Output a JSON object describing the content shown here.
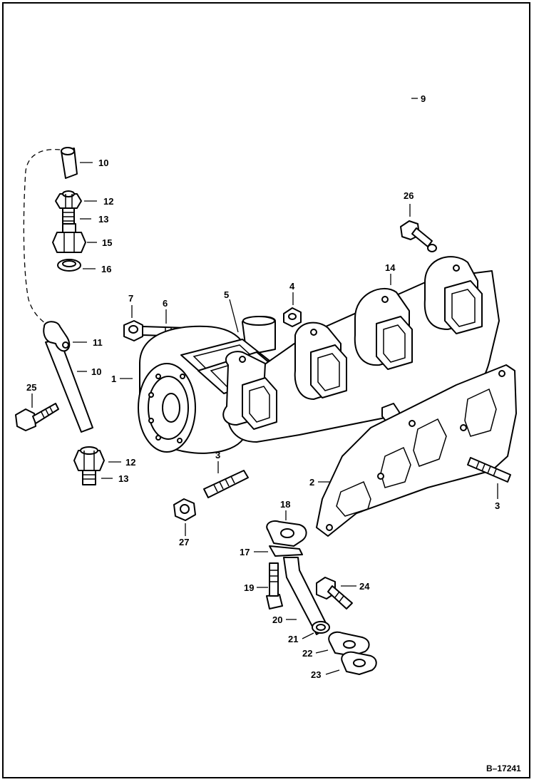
{
  "diagram": {
    "ref_code": "B–17241",
    "callouts": [
      {
        "id": "c9",
        "text": "9"
      },
      {
        "id": "c10a",
        "text": "10"
      },
      {
        "id": "c12a",
        "text": "12"
      },
      {
        "id": "c13a",
        "text": "13"
      },
      {
        "id": "c15",
        "text": "15"
      },
      {
        "id": "c16",
        "text": "16"
      },
      {
        "id": "c26",
        "text": "26"
      },
      {
        "id": "c14",
        "text": "14"
      },
      {
        "id": "c7",
        "text": "7"
      },
      {
        "id": "c6",
        "text": "6"
      },
      {
        "id": "c5",
        "text": "5"
      },
      {
        "id": "c4",
        "text": "4"
      },
      {
        "id": "c11",
        "text": "11"
      },
      {
        "id": "c10b",
        "text": "10"
      },
      {
        "id": "c1",
        "text": "1"
      },
      {
        "id": "c25",
        "text": "25"
      },
      {
        "id": "c3a",
        "text": "3"
      },
      {
        "id": "c12b",
        "text": "12"
      },
      {
        "id": "c13b",
        "text": "13"
      },
      {
        "id": "c2",
        "text": "2"
      },
      {
        "id": "c3b",
        "text": "3"
      },
      {
        "id": "c27",
        "text": "27"
      },
      {
        "id": "c18",
        "text": "18"
      },
      {
        "id": "c17",
        "text": "17"
      },
      {
        "id": "c19",
        "text": "19"
      },
      {
        "id": "c24",
        "text": "24"
      },
      {
        "id": "c20",
        "text": "20"
      },
      {
        "id": "c21",
        "text": "21"
      },
      {
        "id": "c22",
        "text": "22"
      },
      {
        "id": "c23",
        "text": "23"
      }
    ]
  }
}
